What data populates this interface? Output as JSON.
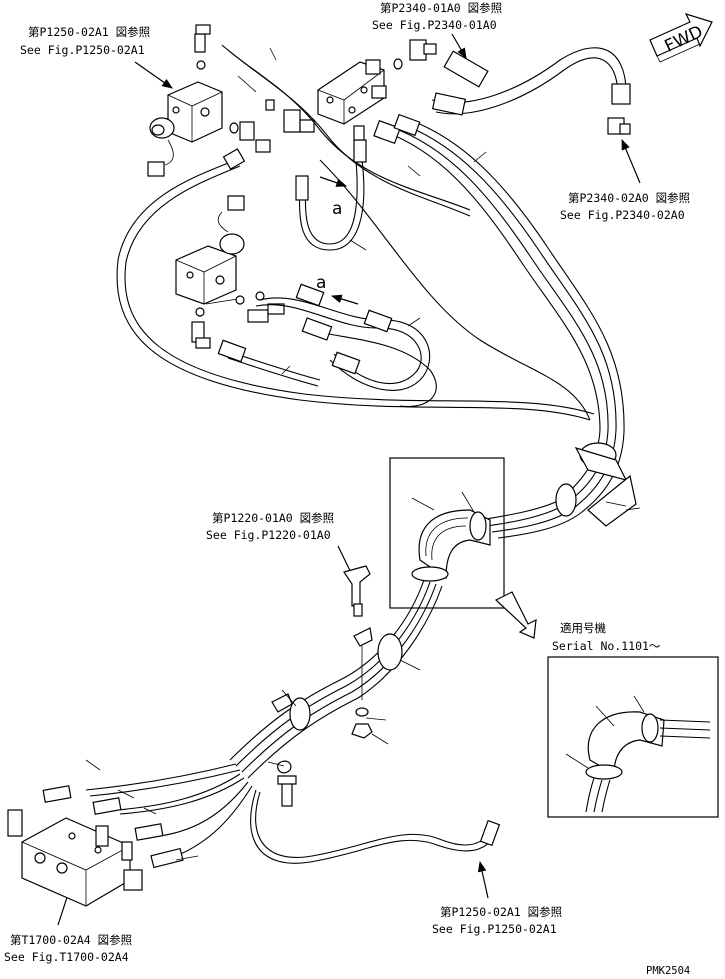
{
  "refs": {
    "p1250_top": {
      "jp": "第P1250-02A1 図参照",
      "en": "See Fig.P1250-02A1"
    },
    "p2340_top": {
      "jp": "第P2340-01A0 図参照",
      "en": "See Fig.P2340-01A0"
    },
    "p2340_right": {
      "jp": "第P2340-02A0 図参照",
      "en": "See Fig.P2340-02A0"
    },
    "p1220": {
      "jp": "第P1220-01A0 図参照",
      "en": "See Fig.P1220-01A0"
    },
    "p1250_bottom": {
      "jp": "第P1250-02A1 図参照",
      "en": "See Fig.P1250-02A1"
    },
    "t1700": {
      "jp": "第T1700-02A4 図参照",
      "en": "See Fig.T1700-02A4"
    }
  },
  "fwd_label": "FWD",
  "marker_a": "a",
  "serial": {
    "jp": "適用号機",
    "en": "Serial No.1101～"
  },
  "drawing_code": "PMK2504"
}
